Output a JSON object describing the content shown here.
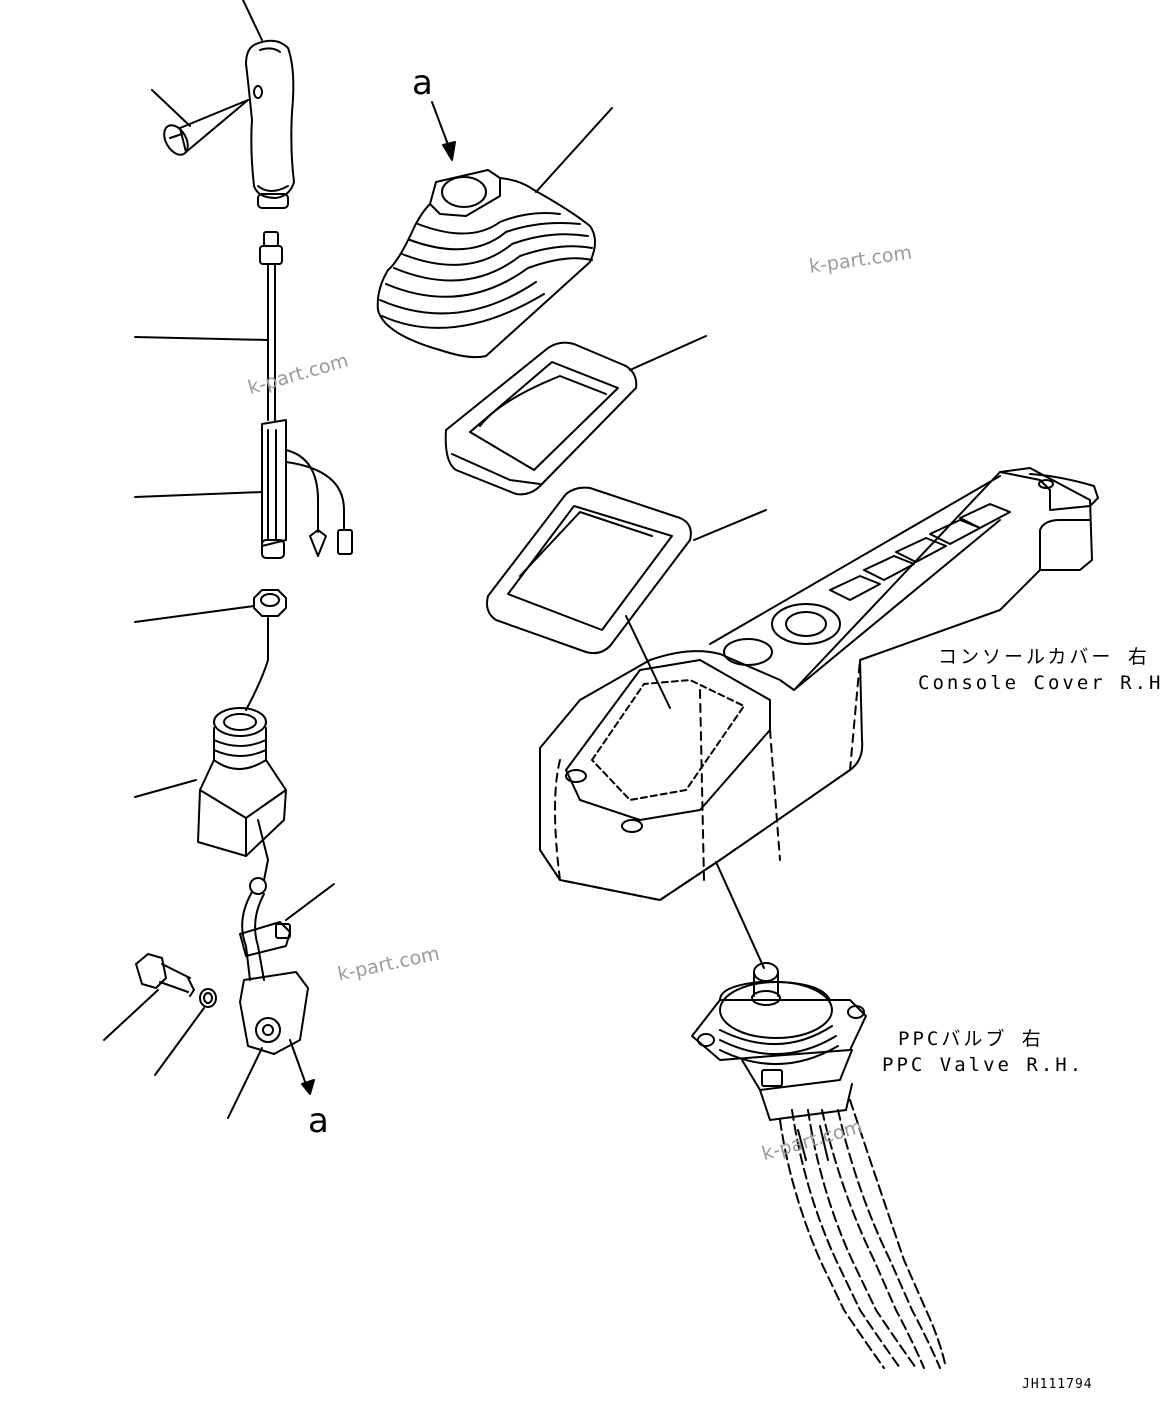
{
  "callouts": {
    "top": "a",
    "bottom": "a"
  },
  "labels": {
    "console_cover_jp": "コンソールカバー 右",
    "console_cover_en": "Console Cover R.H.",
    "ppc_valve_jp": "PPCバルブ 右",
    "ppc_valve_en": "PPC Valve R.H."
  },
  "watermarks": [
    "k-part.com",
    "k-part.com",
    "k-part.com",
    "k-part.com"
  ],
  "drawing_code": "JH111794",
  "colors": {
    "line": "#000000",
    "watermark": "#9a9a9a",
    "background": "#ffffff"
  }
}
